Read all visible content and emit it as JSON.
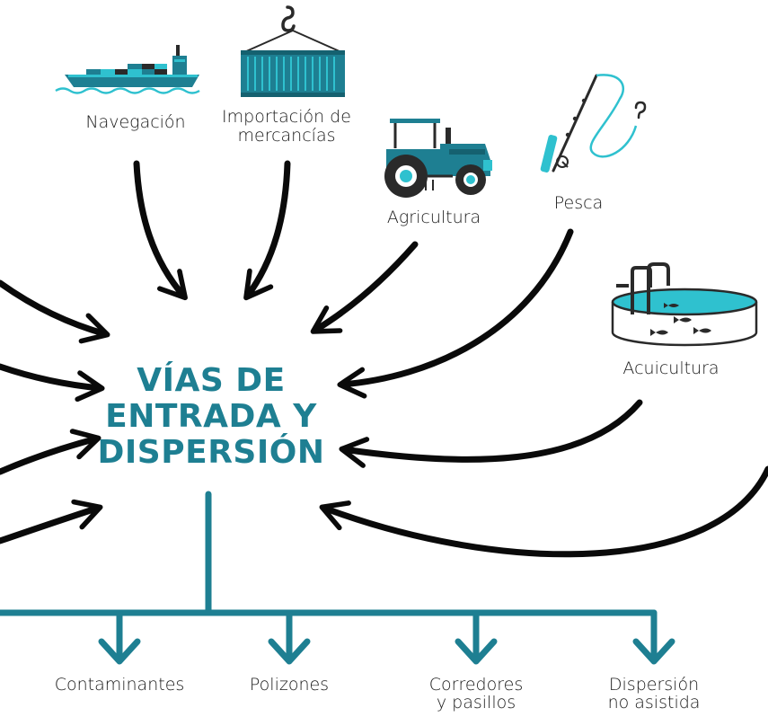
{
  "colors": {
    "accent": "#1e7f92",
    "accent_light": "#2fc1cf",
    "dark": "#2a2a2a",
    "arrow": "#0a0a0a"
  },
  "center": {
    "lines": [
      "VÍAS DE",
      "ENTRADA Y",
      "DISPERSIÓN"
    ]
  },
  "sources": {
    "navegacion": {
      "icon": "cargo-ship-icon",
      "label": "Navegación"
    },
    "importacion": {
      "icon": "shipping-container-icon",
      "label_lines": [
        "Importación de",
        "mercancías"
      ]
    },
    "agricultura": {
      "icon": "tractor-icon",
      "label": "Agricultura"
    },
    "pesca": {
      "icon": "fishing-rod-icon",
      "label": "Pesca"
    },
    "acuicultura": {
      "icon": "fish-tank-icon",
      "label": "Acuicultura"
    }
  },
  "outputs": {
    "contaminantes": {
      "label": "Contaminantes"
    },
    "polizones": {
      "label": "Polizones"
    },
    "corredores": {
      "label_lines": [
        "Corredores",
        "y pasillos"
      ]
    },
    "dispersion": {
      "label_lines": [
        "Dispersión",
        "no asistida"
      ]
    }
  }
}
